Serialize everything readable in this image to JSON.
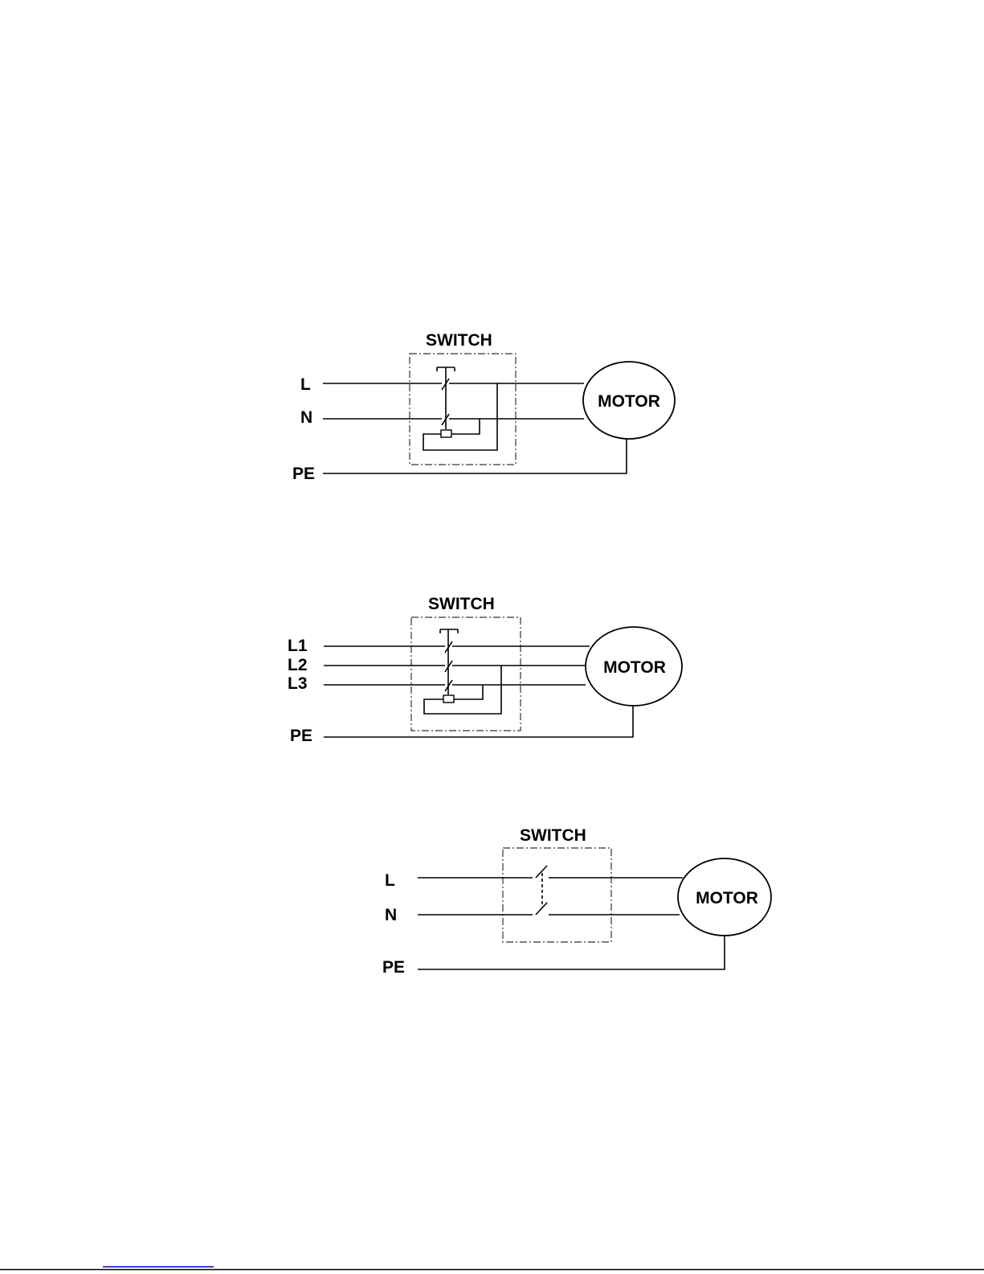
{
  "diagrams": [
    {
      "switch_label": "SWITCH",
      "lines": [
        "L",
        "N"
      ],
      "earth": "PE",
      "motor_label": "MOTOR"
    },
    {
      "switch_label": "SWITCH",
      "lines": [
        "L1",
        "L2",
        "L3"
      ],
      "earth": "PE",
      "motor_label": "MOTOR"
    },
    {
      "switch_label": "SWITCH",
      "lines": [
        "L",
        "N"
      ],
      "earth": "PE",
      "motor_label": "MOTOR"
    }
  ],
  "colors": {
    "line": "#000000",
    "footer_rule": "#0000cc"
  }
}
